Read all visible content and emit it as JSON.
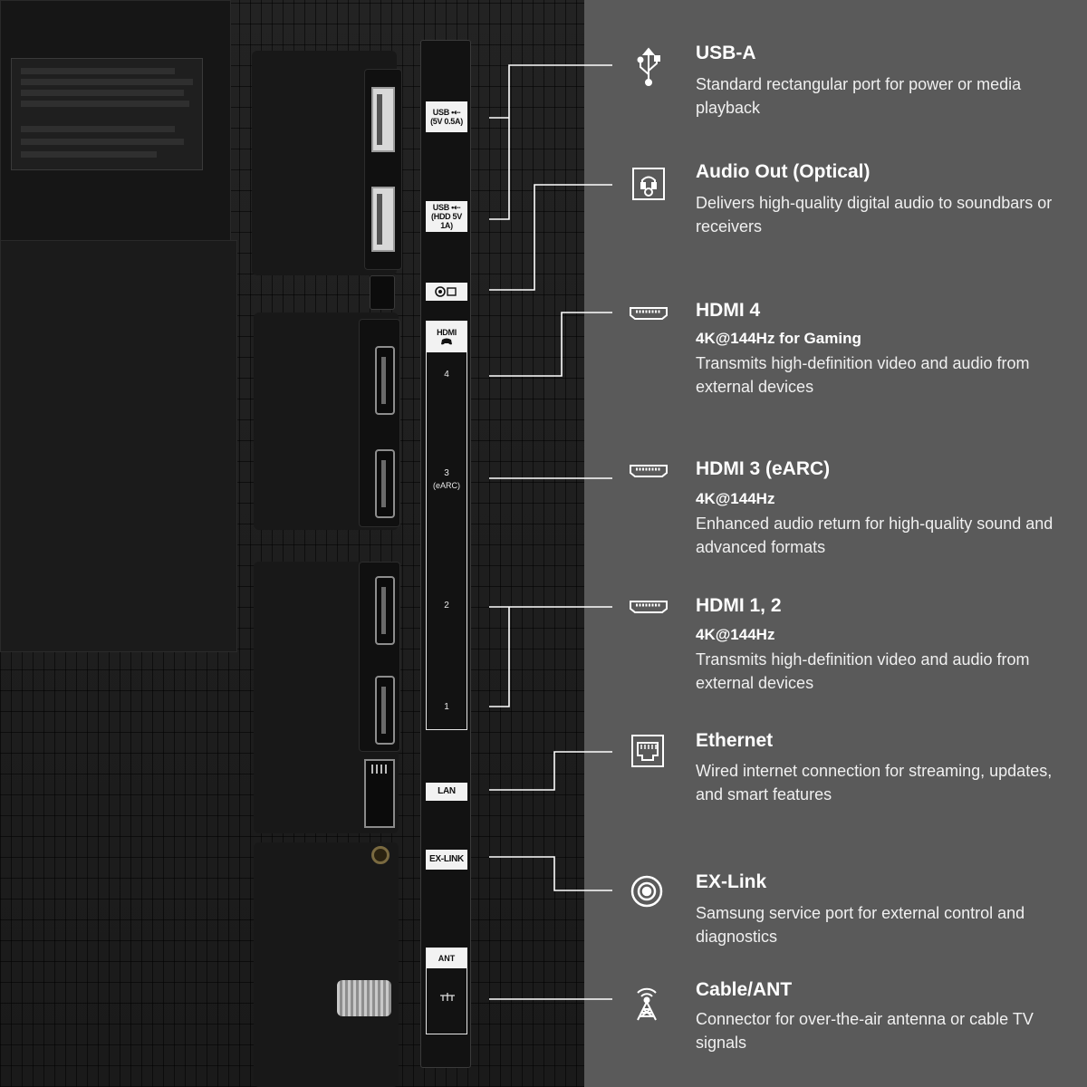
{
  "strip_labels": {
    "usb1": [
      "USB •⇠",
      "(5V 0.5A)"
    ],
    "usb2": [
      "USB •⇠",
      "(HDD 5V 1A)"
    ],
    "hdmi_head": "HDMI",
    "hdmi_4": "4",
    "hdmi_3": "3",
    "hdmi_3_sub": "(eARC)",
    "hdmi_2": "2",
    "hdmi_1": "1",
    "lan": "LAN",
    "exlink": "EX-LINK",
    "ant": "ANT"
  },
  "ports": [
    {
      "key": "usb",
      "icon": "usb-icon",
      "title": "USB-A",
      "subtitle": "",
      "description": "Standard rectangular port for power or media playback"
    },
    {
      "key": "optical",
      "icon": "optical-audio-icon",
      "title": "Audio Out (Optical)",
      "subtitle": "",
      "description": "Delivers high-quality digital audio to soundbars or receivers"
    },
    {
      "key": "hdmi4",
      "icon": "hdmi-icon",
      "title": "HDMI 4",
      "subtitle": "4K@144Hz for Gaming",
      "description": "Transmits high-definition video and audio from external devices"
    },
    {
      "key": "hdmi3",
      "icon": "hdmi-icon",
      "title": "HDMI 3 (eARC)",
      "subtitle": "4K@144Hz",
      "description": "Enhanced audio return for high-quality sound and advanced formats"
    },
    {
      "key": "hdmi12",
      "icon": "hdmi-icon",
      "title": "HDMI 1, 2",
      "subtitle": "4K@144Hz",
      "description": "Transmits high-definition video and audio from external devices"
    },
    {
      "key": "ethernet",
      "icon": "ethernet-icon",
      "title": "Ethernet",
      "subtitle": "",
      "description": "Wired internet connection for streaming, updates, and smart features"
    },
    {
      "key": "exlink",
      "icon": "ex-link-icon",
      "title": "EX-Link",
      "subtitle": "",
      "description": "Samsung service port for external control and diagnostics"
    },
    {
      "key": "ant",
      "icon": "antenna-icon",
      "title": "Cable/ANT",
      "subtitle": "",
      "description": "Connector for over-the-air antenna or cable TV signals"
    }
  ]
}
